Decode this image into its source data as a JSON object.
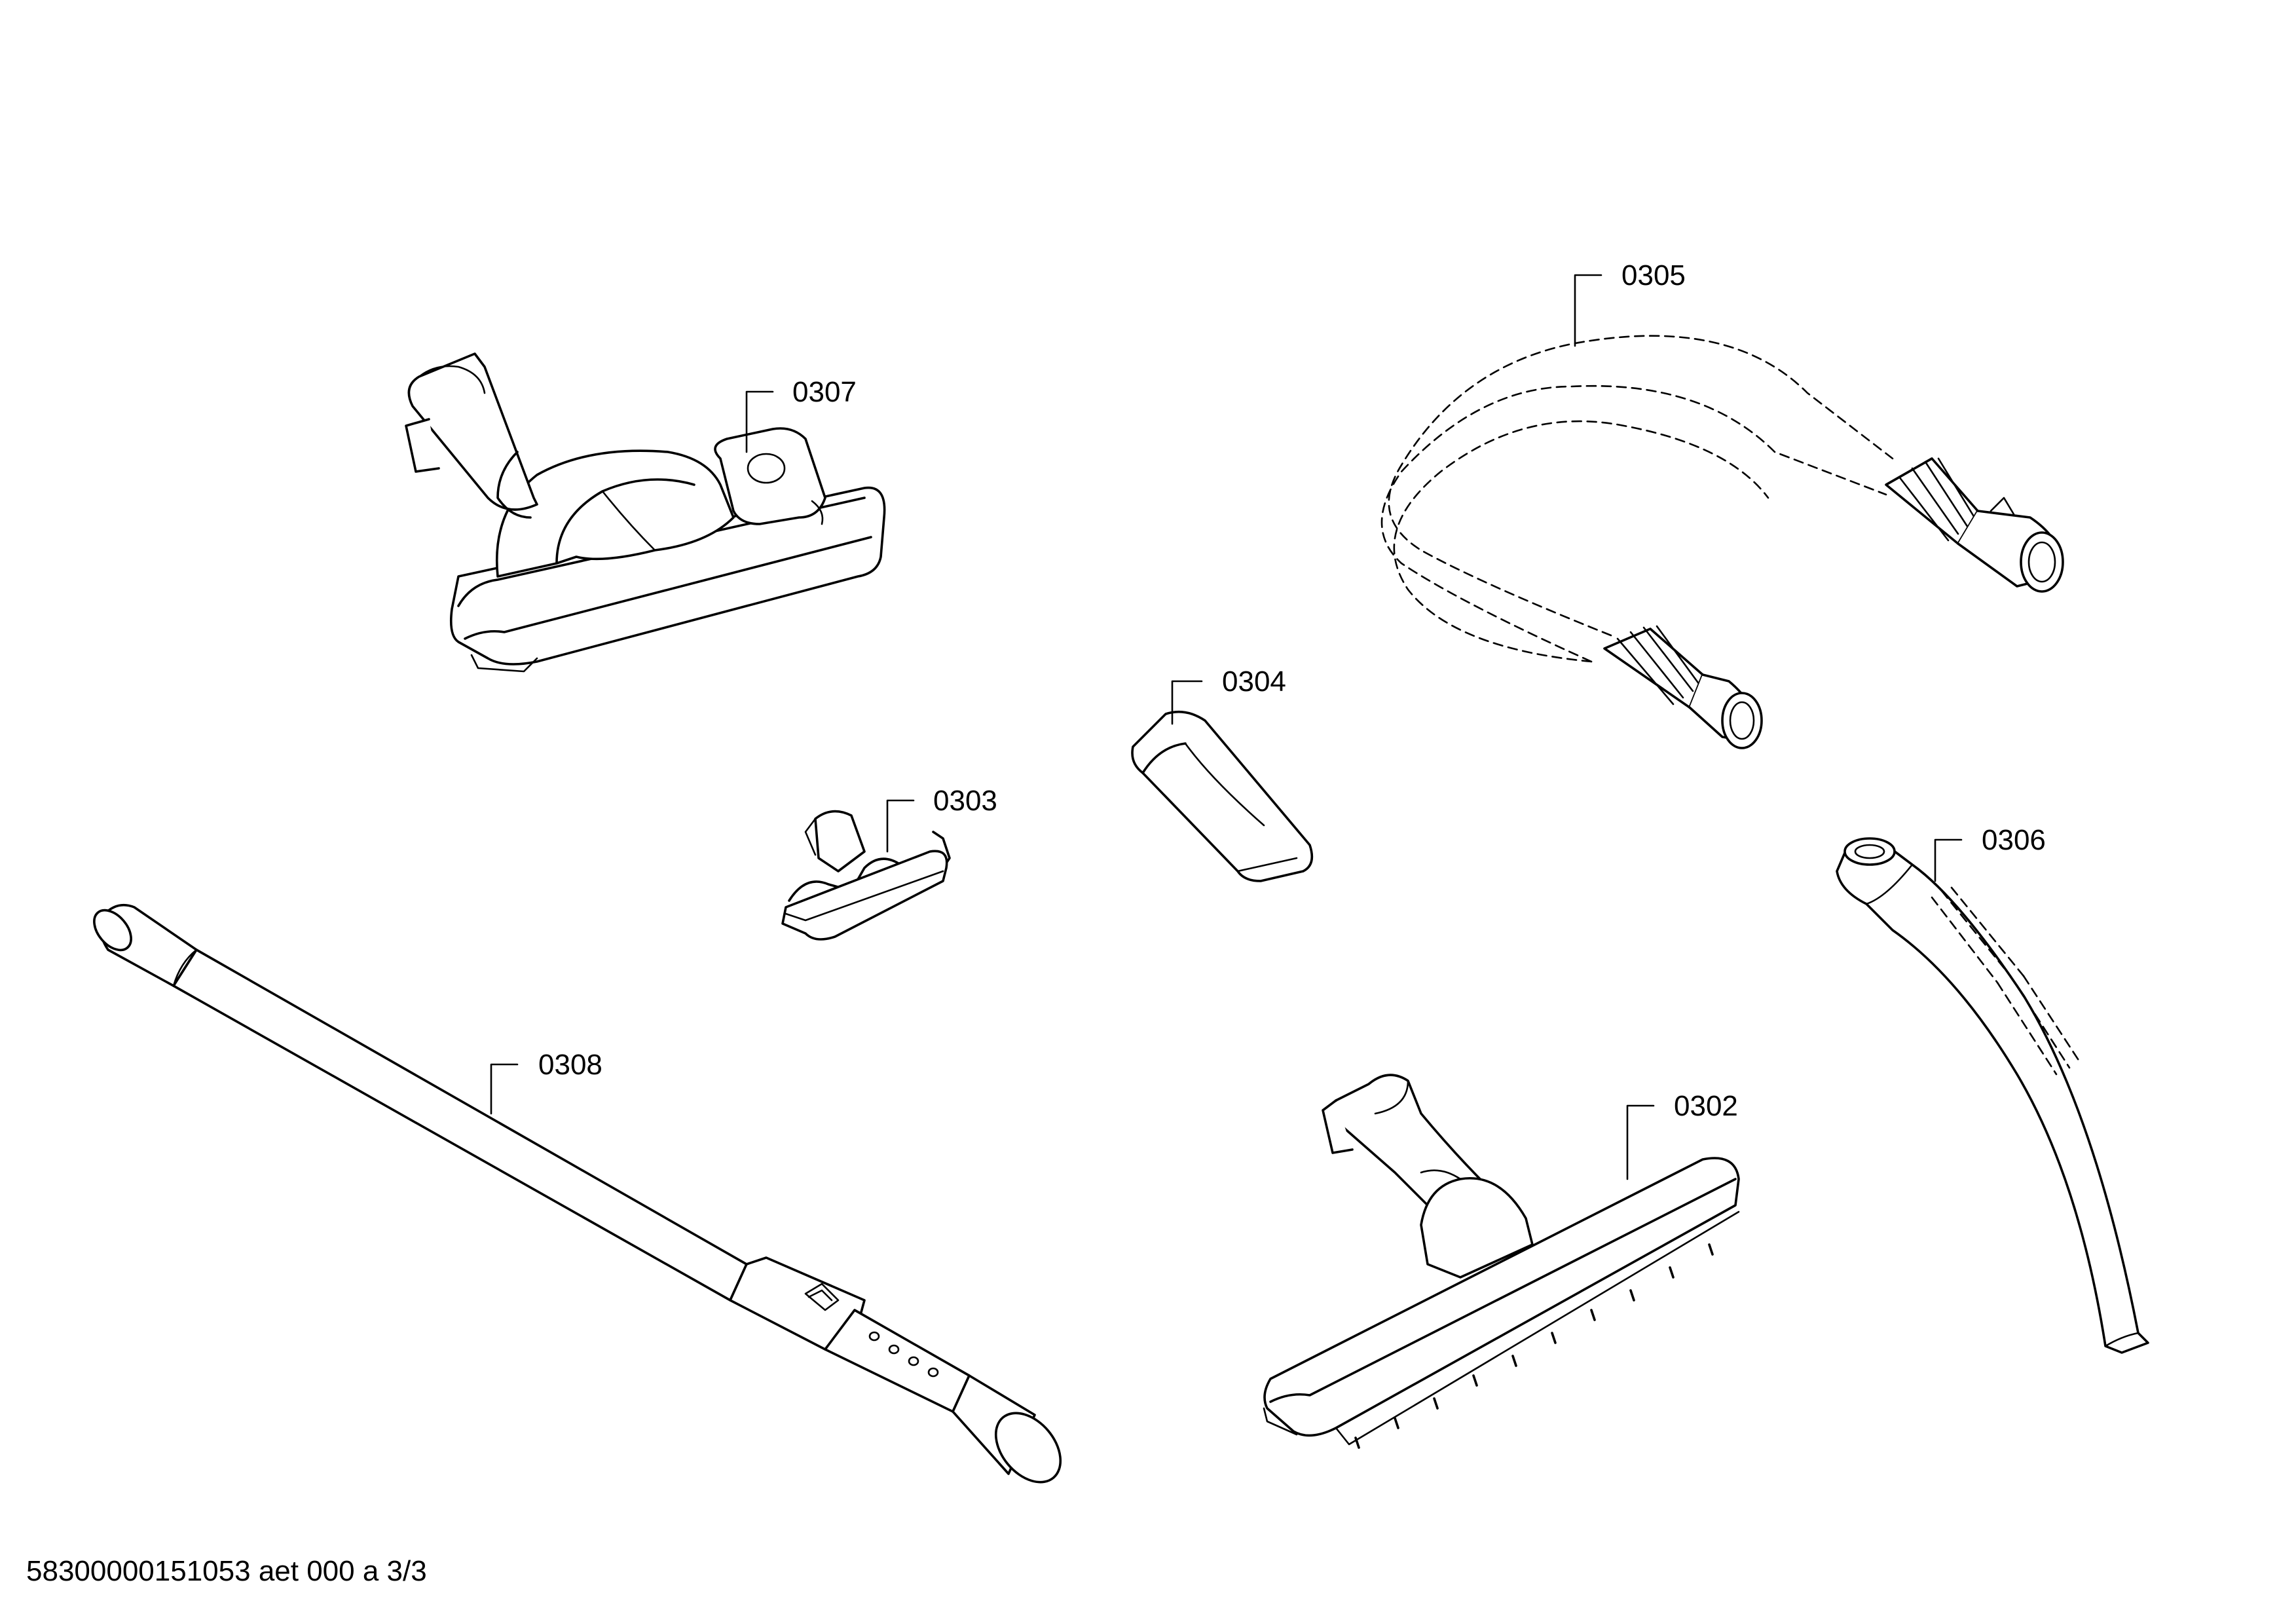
{
  "parts": [
    {
      "id": "0302",
      "label": "0302"
    },
    {
      "id": "0303",
      "label": "0303"
    },
    {
      "id": "0304",
      "label": "0304"
    },
    {
      "id": "0305",
      "label": "0305"
    },
    {
      "id": "0306",
      "label": "0306"
    },
    {
      "id": "0307",
      "label": "0307"
    },
    {
      "id": "0308",
      "label": "0308"
    }
  ],
  "footer": {
    "document_code": "58300000151053 aet 000 a 3/3"
  }
}
